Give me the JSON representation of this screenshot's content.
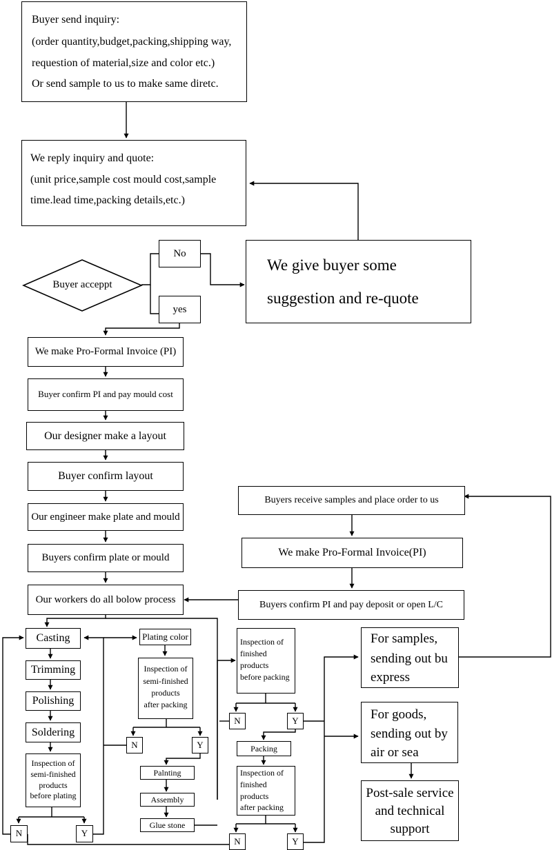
{
  "inquiry": {
    "line1": "Buyer send inquiry:",
    "line2": "(order quantity,budget,packing,shipping way,",
    "line3": "requestion of material,size and color etc.)",
    "line4": "Or send sample to us to make same diretc."
  },
  "reply": {
    "line1": "We reply inquiry and quote:",
    "line2": "(unit price,sample cost mould cost,sample",
    "line3": "time.lead time,packing details,etc.)"
  },
  "accept": "Buyer acceppt",
  "no": "No",
  "yes": "yes",
  "suggestion": {
    "line1": "We give buyer some",
    "line2": "suggestion and re-quote"
  },
  "steps": {
    "pi": "We make Pro-Formal Invoice (PI)",
    "confirm_pi": "Buyer confirm PI and pay mould cost",
    "layout": "Our designer make a layout",
    "confirm_layout": "Buyer confirm layout",
    "plate": "Our engineer make plate and mould",
    "confirm_plate": "Buyers confirm plate or mould",
    "workers": "Our workers do all bolow process"
  },
  "right": {
    "receive": "Buyers receive samples and place order to us",
    "pi2": "We make Pro-Formal Invoice(PI)",
    "deposit": "Buyers confirm PI and pay deposit or open L/C",
    "samples": {
      "line1": "For samples,",
      "line2": "sending out bu",
      "line3": "express"
    },
    "goods": {
      "line1": "For goods,",
      "line2": "sending out by",
      "line3": "air or sea"
    },
    "post": {
      "line1": "Post-sale service",
      "line2": "and technical",
      "line3": "support"
    }
  },
  "process": {
    "casting": "Casting",
    "trimming": "Trimming",
    "polishing": "Polishing",
    "soldering": "Soldering",
    "insp_plating": {
      "line1": "Inspection of",
      "line2": "semi-finished",
      "line3": "products",
      "line4": "before plating"
    },
    "plating_color": "Plating color",
    "insp_after": {
      "line1": "Inspection of",
      "line2": "semi-finished",
      "line3": "products",
      "line4": "after packing"
    },
    "painting": "Palnting",
    "assembly": "Assembly",
    "glue": "Glue stone",
    "insp_before_pack": {
      "line1": "Inspection of",
      "line2": "finished",
      "line3": "products",
      "line4": "before packing"
    },
    "packing": "Packing",
    "insp_after_pack": {
      "line1": "Inspection of",
      "line2": "finished",
      "line3": "products",
      "line4": "after packing"
    },
    "n": "N",
    "y": "Y"
  }
}
